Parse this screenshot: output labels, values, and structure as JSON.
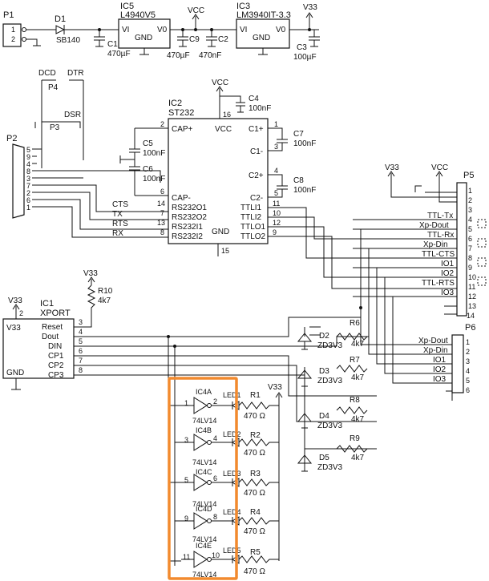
{
  "power": {
    "p1": "P1",
    "p1_pin1": "1",
    "p1_pin2": "2",
    "d1": "D1",
    "d1_part": "SB140",
    "ic5": "IC5",
    "ic5_part": "L4940V5",
    "ic5_vi": "VI",
    "ic5_gnd": "GND",
    "ic5_vo": "V0",
    "c1": "C1",
    "c1_val": "470µF",
    "vcc": "VCC",
    "c9": "C9",
    "c9_val": "470µF",
    "c2": "C2",
    "c2_val": "470nF",
    "ic3": "IC3",
    "ic3_part": "LM3940IT-3.3",
    "ic3_vi": "VI",
    "ic3_gnd": "GND",
    "ic3_vo": "V0",
    "v33": "V33",
    "c3": "C3",
    "c3_val": "100µF"
  },
  "serial": {
    "dcd": "DCD",
    "dtr": "DTR",
    "p4": "P4",
    "dsr": "DSR",
    "p3": "P3",
    "p2": "P2",
    "p2_pins": [
      "5",
      "9",
      "4",
      "8",
      "3",
      "7",
      "2",
      "6",
      "1"
    ],
    "cts": "CTS",
    "tx": "TX",
    "rts": "RTS",
    "rx": "RX"
  },
  "st232": {
    "ic2": "IC2",
    "part": "ST232",
    "vcc": "VCC",
    "c4": "C4",
    "c4_val": "100nF",
    "pin16": "16",
    "cap_plus": "CAP+",
    "cap_minus": "CAP-",
    "c1p": "C1+",
    "c1m": "C1-",
    "c2p": "C2+",
    "c2m": "C2-",
    "c5": "C5",
    "c5_val": "100nF",
    "c6": "C6",
    "c6_val": "100nF",
    "c7": "C7",
    "c7_val": "100nF",
    "c8": "C8",
    "c8_val": "100nF",
    "rs1": "RS232O1",
    "rs2": "RS232O2",
    "rs3": "RS232I1",
    "rs4": "RS232I2",
    "ttli1": "TTLI1",
    "ttli2": "TTLI2",
    "ttlo1": "TTLO1",
    "ttlo2": "TTLO2",
    "gnd": "GND",
    "pin2": "2",
    "pin6": "6",
    "pin14": "14",
    "pin7": "7",
    "pin13": "13",
    "pin8": "8",
    "pin1": "1",
    "pin3": "3",
    "pin4": "4",
    "pin5": "5",
    "pin11": "11",
    "pin10": "10",
    "pin12": "12",
    "pin9": "9",
    "pin15": "15"
  },
  "p5": {
    "label": "P5",
    "v33": "V33",
    "vcc": "VCC",
    "pins": [
      "1",
      "2",
      "3",
      "4",
      "5",
      "6",
      "7",
      "8",
      "9",
      "10",
      "11",
      "12",
      "13",
      "14"
    ],
    "signals": [
      "TTL-Tx",
      "Xp-Dout",
      "TTL-Rx",
      "Xp-Din",
      "TTL-CTS",
      "IO1",
      "IO2",
      "TTL-RTS",
      "IO3"
    ]
  },
  "p6": {
    "label": "P6",
    "pins": [
      "1",
      "2",
      "3",
      "4",
      "5",
      "6"
    ],
    "signals": [
      "Xp-Dout",
      "Xp-Din",
      "IO1",
      "IO2",
      "IO3"
    ]
  },
  "xport": {
    "v33": "V33",
    "pin2": "2",
    "ic1": "IC1",
    "part": "XPORT",
    "v33_pin": "V33",
    "gnd": "GND",
    "pins": [
      "Reset",
      "Dout",
      "DIN",
      "CP1",
      "CP2",
      "CP3"
    ],
    "pin_nums": [
      "3",
      "4",
      "5",
      "6",
      "7",
      "8"
    ],
    "r10": "R10",
    "r10_val": "4k7",
    "r10_v33": "V33"
  },
  "protect": {
    "r6": "R6",
    "r7": "R7",
    "r8": "R8",
    "r9": "R9",
    "r_val": "4k7",
    "d2": "D2",
    "d3": "D3",
    "d4": "D4",
    "d5": "D5",
    "d_part": "ZD3V3"
  },
  "leds": {
    "v33": "V33",
    "part": "74LV14",
    "gates": [
      "IC4A",
      "IC4B",
      "IC4C",
      "IC4D",
      "IC4E"
    ],
    "in_pins": [
      "1",
      "3",
      "5",
      "9",
      "11"
    ],
    "out_pins": [
      "2",
      "4",
      "6",
      "8",
      "10"
    ],
    "leds": [
      "LED1",
      "LED2",
      "LED3",
      "LED4",
      "LED5"
    ],
    "resistors": [
      "R1",
      "R2",
      "R3",
      "R4",
      "R5"
    ],
    "r_val": "470 Ω"
  },
  "highlight_color": "#f28a2e"
}
